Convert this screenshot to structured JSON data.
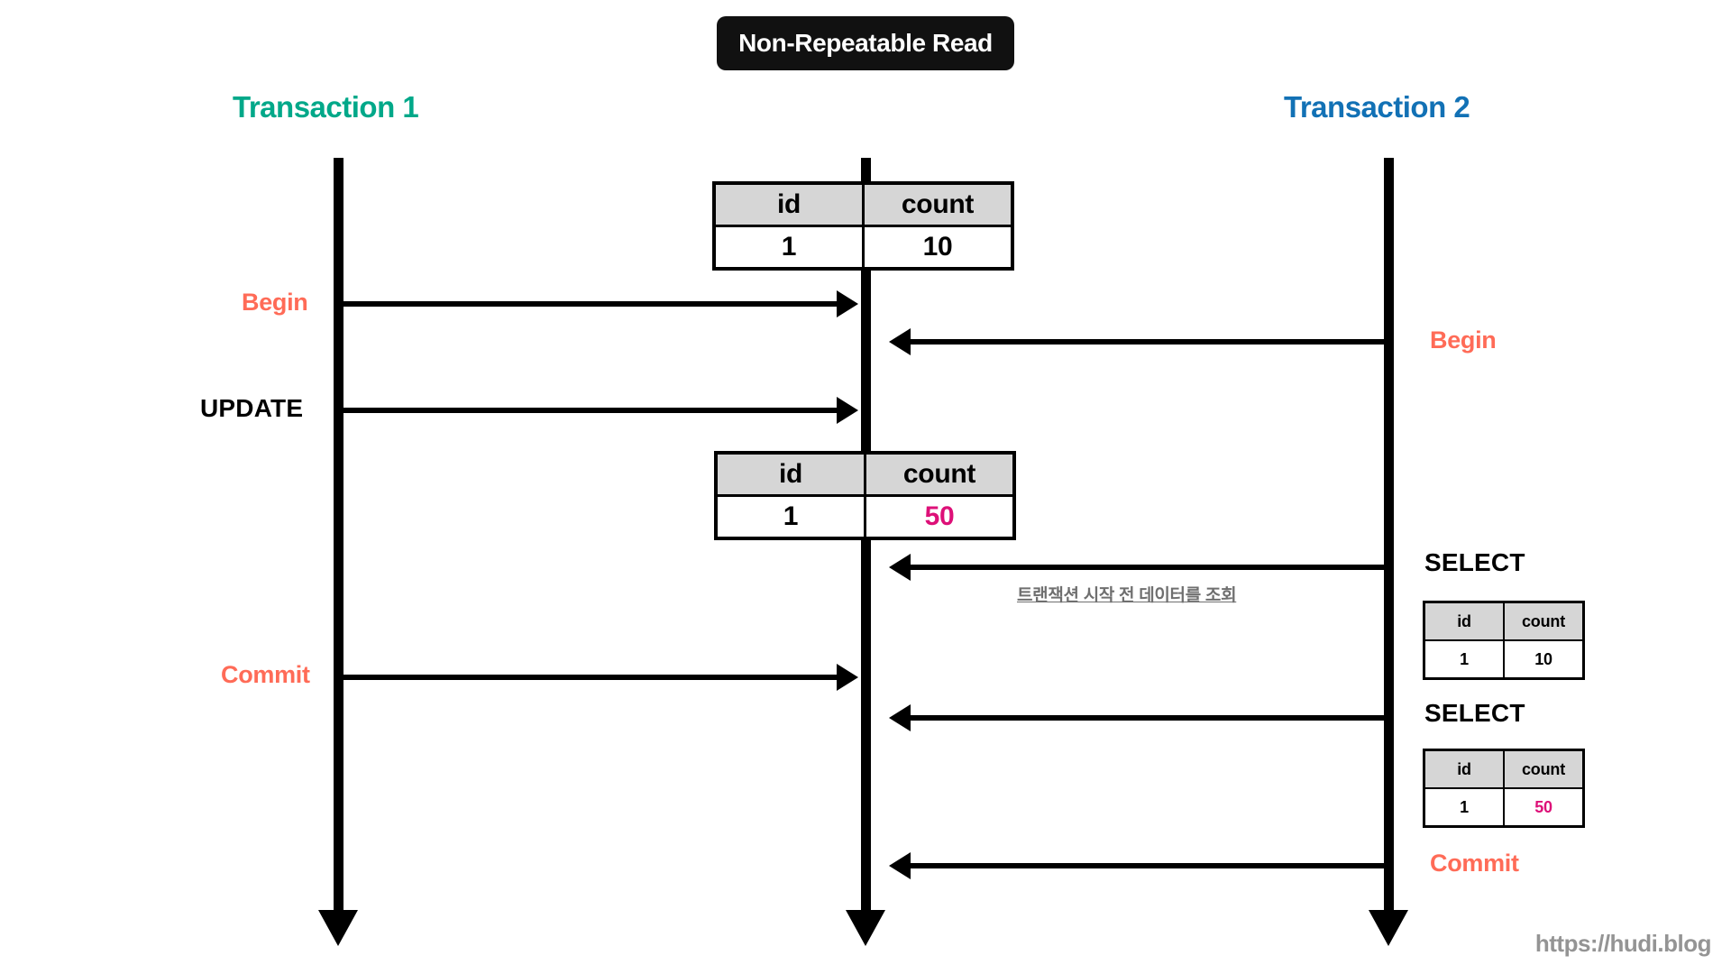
{
  "diagram": {
    "title": "Non-Repeatable Read",
    "watermark": "https://hudi.blog",
    "colors": {
      "transaction1": "#00A889",
      "transaction2": "#1271B5",
      "command_red": "#FF6B57",
      "changed_value": "#DD1078",
      "lifeline": "#000000",
      "table_header_bg": "#d6d6d6",
      "annotation": "#6f6f6f",
      "title_badge_bg": "#111111"
    }
  },
  "lanes": {
    "left": {
      "label": "Transaction 1"
    },
    "center": {
      "label": ""
    },
    "right": {
      "label": "Transaction 2"
    }
  },
  "left_labels": [
    {
      "text": "Begin",
      "style": "red"
    },
    {
      "text": "UPDATE",
      "style": "black"
    },
    {
      "text": "Commit",
      "style": "red"
    }
  ],
  "right_labels": [
    {
      "text": "Begin",
      "style": "red"
    },
    {
      "text": "SELECT",
      "style": "black"
    },
    {
      "text": "SELECT",
      "style": "black"
    },
    {
      "text": "Commit",
      "style": "red"
    }
  ],
  "annotations": [
    {
      "text": "트랜잭션 시작 전 데이터를 조회"
    }
  ],
  "tables": {
    "center_initial": {
      "columns": [
        "id",
        "count"
      ],
      "rows": [
        {
          "id": "1",
          "count": "10",
          "count_highlight": false
        }
      ]
    },
    "center_updated": {
      "columns": [
        "id",
        "count"
      ],
      "rows": [
        {
          "id": "1",
          "count": "50",
          "count_highlight": true
        }
      ]
    },
    "right_first_select": {
      "columns": [
        "id",
        "count"
      ],
      "rows": [
        {
          "id": "1",
          "count": "10",
          "count_highlight": false
        }
      ]
    },
    "right_second_select": {
      "columns": [
        "id",
        "count"
      ],
      "rows": [
        {
          "id": "1",
          "count": "50",
          "count_highlight": true
        }
      ]
    }
  }
}
